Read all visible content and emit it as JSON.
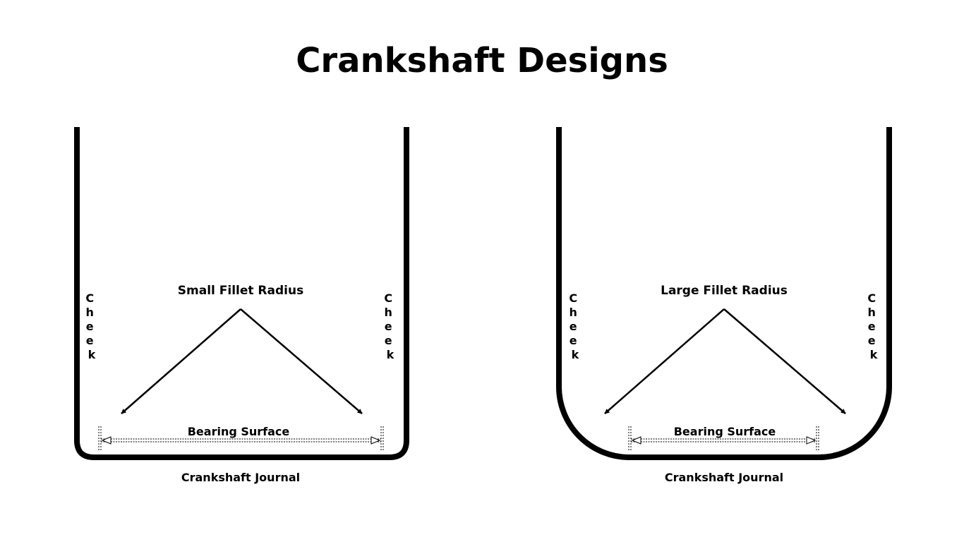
{
  "title": "Crankshaft Designs",
  "panels": [
    {
      "fillet_label": "Small Fillet Radius",
      "cheek_label": "Cheek",
      "bearing_label": "Bearing Surface",
      "journal_label": "Crankshaft Journal"
    },
    {
      "fillet_label": "Large Fillet Radius",
      "cheek_label": "Cheek",
      "bearing_label": "Bearing Surface",
      "journal_label": "Crankshaft Journal"
    }
  ]
}
